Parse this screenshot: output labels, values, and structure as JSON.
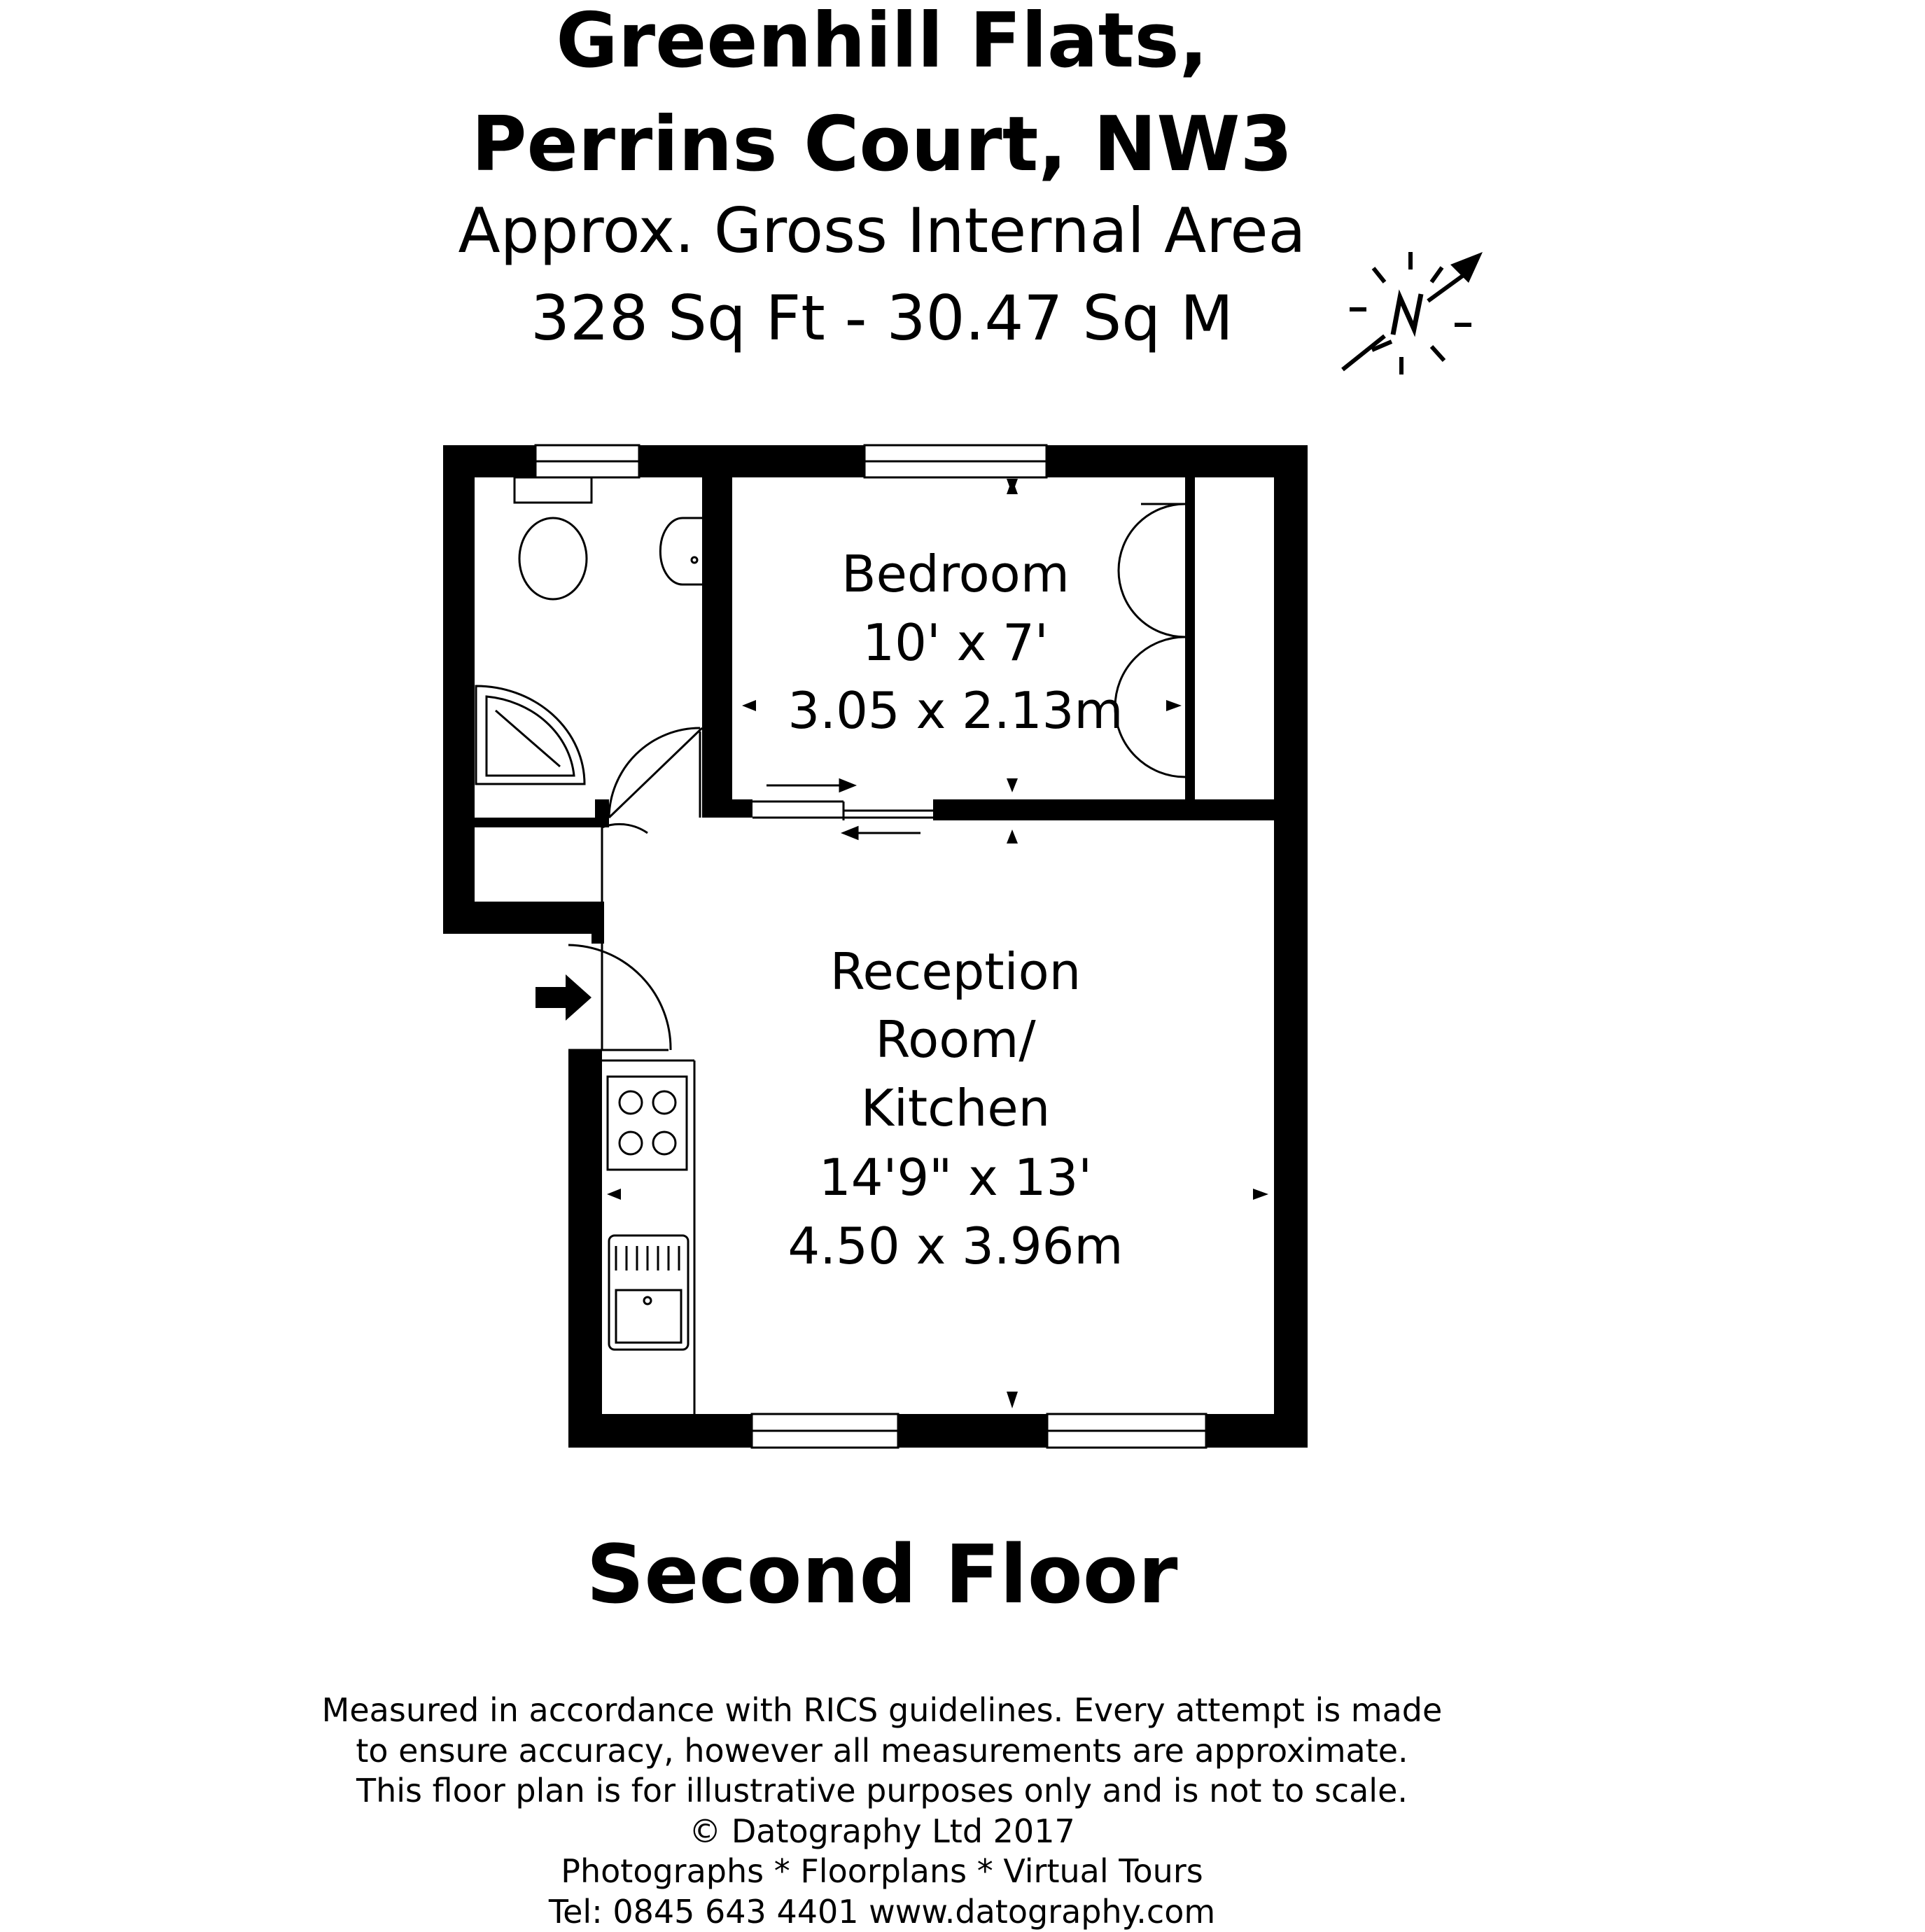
{
  "header": {
    "line1": "Greenhill Flats,",
    "line2": "Perrins Court, NW3",
    "line3": "Approx. Gross Internal Area",
    "line4": "328 Sq Ft  -  30.47 Sq M"
  },
  "compass": {
    "label": "N",
    "icon": "north-compass-icon"
  },
  "rooms": {
    "bedroom": {
      "name": "Bedroom",
      "imperial": "10' x 7'",
      "metric": "3.05 x 2.13m"
    },
    "reception": {
      "name_line1": "Reception",
      "name_line2": "Room/",
      "name_line3": "Kitchen",
      "imperial": "14'9\" x 13'",
      "metric": "4.50 x 3.96m"
    }
  },
  "floor": {
    "name": "Second Floor"
  },
  "disclaimer": {
    "line1": "Measured in accordance with RICS guidelines. Every attempt is made",
    "line2": "to ensure accuracy, however all measurements are approximate.",
    "line3": "This floor plan is for illustrative purposes only and is not to scale.",
    "line4": "© Datography Ltd 2017",
    "line5": "Photographs * Floorplans * Virtual Tours",
    "line6": "Tel: 0845 643 4401 www.datography.com"
  }
}
